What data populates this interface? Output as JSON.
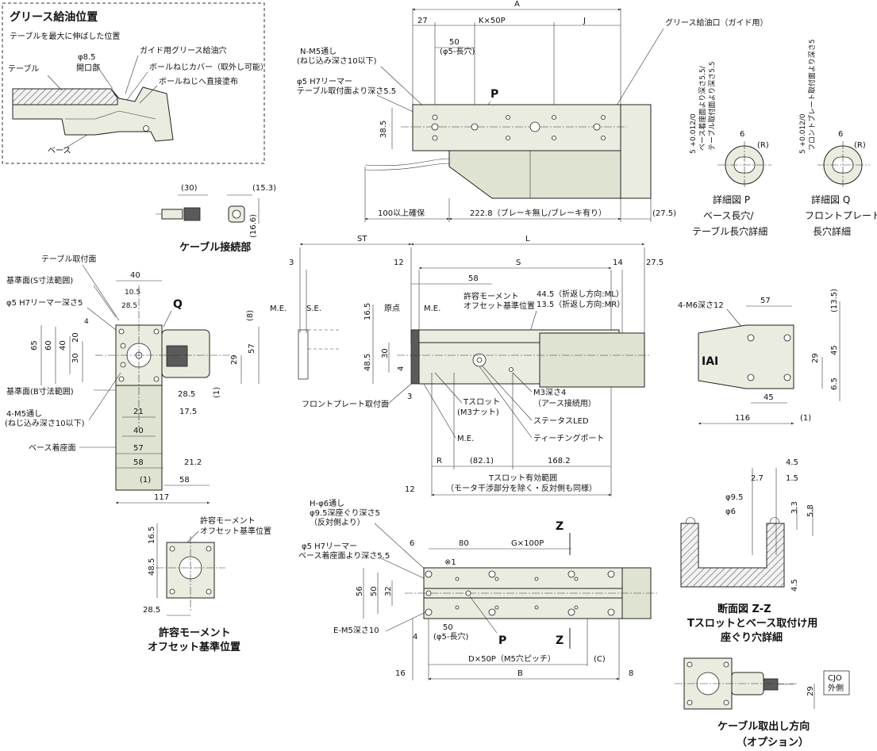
{
  "grease_detail": {
    "title": "グリース給油位置",
    "subtitle": "テーブルを最大に伸ばした位置",
    "table": "テーブル",
    "base": "ベース",
    "opening": "φ8.5",
    "opening2": "開口部",
    "guide_hole": "ガイド用グリース給油穴",
    "cover": "ボールねじカバー（取外し可能）",
    "screw": "ボールねじへ直接塗布"
  },
  "top_view": {
    "A": "A",
    "d27": "27",
    "K": "K×50P",
    "J": "J",
    "d50": "50",
    "d50sub": "(φ5-長穴)",
    "nm5": "N-M5通し",
    "nm5sub": "(ねじ込み深さ10以下)",
    "reamer": "φ5 H7リーマー",
    "reamer_sub": "テーブル取付面より深さ5.5",
    "P": "P",
    "d385": "38.5",
    "grease_port": "グリース給油口（ガイド用）",
    "d100": "100以上確保",
    "d2228": "222.8（ブレーキ無し/ブレーキ有り）",
    "d275": "(27.5)"
  },
  "detail_p": {
    "tol": "5 +0.012/0",
    "note1": "ベース着座面より深さ5.5/",
    "note2": "テーブル取付面より深さ5.5",
    "d6": "6",
    "R": "(R)",
    "cap1": "詳細図 P",
    "cap2": "ベース長穴/",
    "cap3": "テーブル長穴詳細"
  },
  "detail_q": {
    "tol": "5 +0.012/0",
    "note1": "フロントプレート取付面より深さ5",
    "d6": "6",
    "R": "(R)",
    "cap1": "詳細図 Q",
    "cap2": "フロントプレート",
    "cap3": "長穴詳細"
  },
  "cable": {
    "d30": "(30)",
    "d153": "(15.3)",
    "d166": "(16.6)",
    "caption": "ケーブル接続部"
  },
  "front_view": {
    "table_face": "テーブル取付面",
    "ref_s": "基準面(S寸法範囲)",
    "reamer": "φ5 H7リーマー深さ5",
    "d40": "40",
    "d105": "10.5",
    "d285": "28.5",
    "Q": "Q",
    "d4": "4",
    "d8": "(8)",
    "d65": "65",
    "d60": "60",
    "d40v": "40",
    "d30": "30",
    "d20": "20",
    "d29": "29",
    "d57": "57",
    "ref_b": "基準面(B寸法範囲)",
    "m5": "4-M5通し",
    "m5sub": "(ねじ込み深さ10以下)",
    "d285b": "28.5",
    "d1": "(1)",
    "d21": "21",
    "d175": "17.5",
    "d40b": "40",
    "base_face": "ベース着座面",
    "d57b": "57",
    "d58": "58",
    "d212": "21.2",
    "d1b": "(1)",
    "d58b": "58",
    "d117": "117"
  },
  "side_view": {
    "ST": "ST",
    "L": "L",
    "d3": "3",
    "d12": "12",
    "S": "S",
    "d14": "14",
    "d275": "27.5",
    "d58": "58",
    "ME": "M.E.",
    "SE": "S.E.",
    "origin": "原点",
    "ME2": "M.E.",
    "moment": "許容モーメント",
    "moment2": "オフセット基準位置",
    "d445": "44.5（折返し方向:ML）",
    "d135": "13.5（折返し方向:MR）",
    "d165": "16.5",
    "d485": "48.5",
    "d30": "30",
    "d4": "4",
    "m3": "M3深さ4",
    "m3sub": "（アース接続用）",
    "tslot": "Tスロット",
    "tslot2": "(M3ナット)",
    "led": "ステータスLED",
    "teach": "ティーチングポート",
    "ME3": "M.E.",
    "front_face": "フロントプレート取付面",
    "d3b": "3",
    "R": "R",
    "d821": "(82.1)",
    "d1682": "168.2",
    "d12b": "12",
    "range": "Tスロット有効範囲",
    "range2": "（モータ干渉部分を除く・反対側も同様）"
  },
  "rear_view": {
    "m6": "4-M6深さ12",
    "d57": "57",
    "d135": "(13.5)",
    "d45": "45",
    "d29": "29",
    "d45b": "45",
    "d65": "6.5",
    "d116": "116",
    "d1": "(1)",
    "logo": "IAI"
  },
  "moment_view": {
    "label1": "許容モーメント",
    "label2": "オフセット基準位置",
    "d165": "16.5",
    "d485": "48.5",
    "d285": "28.5",
    "caption1": "許容モーメント",
    "caption2": "オフセット基準位置"
  },
  "bottom_view": {
    "h": "H-φ6通し",
    "h2": "φ9.5深座ぐり深さ5",
    "h3": "（反対側より）",
    "reamer": "φ5 H7リーマー",
    "reamer2": "ベース着座面より深さ5.5",
    "d6": "6",
    "d80": "80",
    "G": "G×100P",
    "Z": "Z",
    "Z2": "Z",
    "note": "※1",
    "d56": "56",
    "d50": "50",
    "d32": "32",
    "em5": "E-M5深さ10",
    "d4": "4",
    "d50b": "50",
    "d50bsub": "(φ5-長穴)",
    "P": "P",
    "D": "D×50P（M5穴ピッチ）",
    "C": "(C)",
    "d16": "16",
    "B": "B",
    "d8": "8"
  },
  "section": {
    "d45": "4.5",
    "d27": "2.7",
    "d15": "1.5",
    "d95": "φ9.5",
    "d6": "φ6",
    "d33": "3.3",
    "d58": "5.8",
    "d45b": "4.5",
    "cap1": "断面図 Z-Z",
    "cap2": "Tスロットとベース取付け用",
    "cap3": "座ぐり穴詳細"
  },
  "cable_exit": {
    "cjo": "CJO",
    "cjo2": "外側",
    "d29": "29",
    "cap1": "ケーブル取出し方向",
    "cap2": "（オプション）"
  }
}
